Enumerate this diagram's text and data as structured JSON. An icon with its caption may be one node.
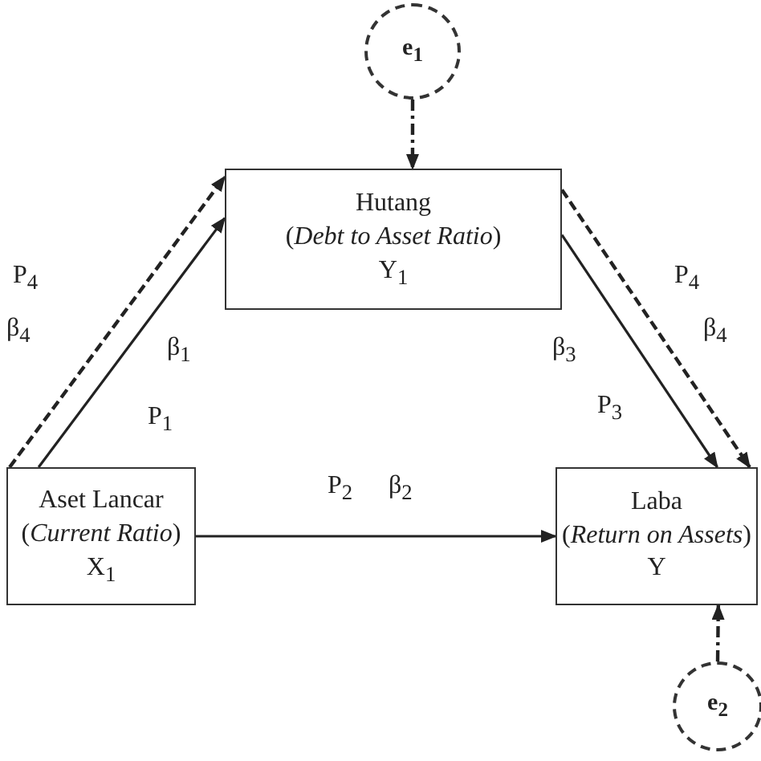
{
  "diagram": {
    "nodes": [
      {
        "text": [
          "e$_{1}$"
        ]
      },
      {
        "text": [
          "Hutang",
          "(*Debt to Asset Ratio*)",
          "Y$_{1}$"
        ]
      },
      {
        "text": [
          "Aset Lancar",
          "(*Current Ratio*)",
          "X$_{1}$"
        ]
      },
      {
        "text": [
          "Laba",
          "(*Return on Assets*)",
          "Y"
        ]
      },
      {
        "text": [
          "e$_{2}$"
        ]
      }
    ],
    "edges": [
      {
        "from": 0,
        "to": 1,
        "arrow": "to",
        "style": "dashed"
      },
      {
        "from": 2,
        "to": 1,
        "arrow": "to",
        "style": "dashed"
      },
      {
        "from": 2,
        "to": 1,
        "arrow": "to"
      },
      {
        "from": 1,
        "to": 3,
        "arrow": "to"
      },
      {
        "from": 1,
        "to": 3,
        "arrow": "to",
        "style": "dashed"
      },
      {
        "from": 2,
        "to": 3,
        "arrow": "to"
      },
      {
        "from": 4,
        "to": 3,
        "arrow": "to",
        "style": "dashed"
      }
    ],
    "labels": [
      "P$_{4}$",
      "β$_{4}$",
      "β$_{1}$",
      "P$_{1}$",
      "P$_{2}$",
      "β$_{2}$",
      "β$_{3}$",
      "P$_{3}$",
      "P$_{4}$",
      "β$_{4}$"
    ]
  }
}
